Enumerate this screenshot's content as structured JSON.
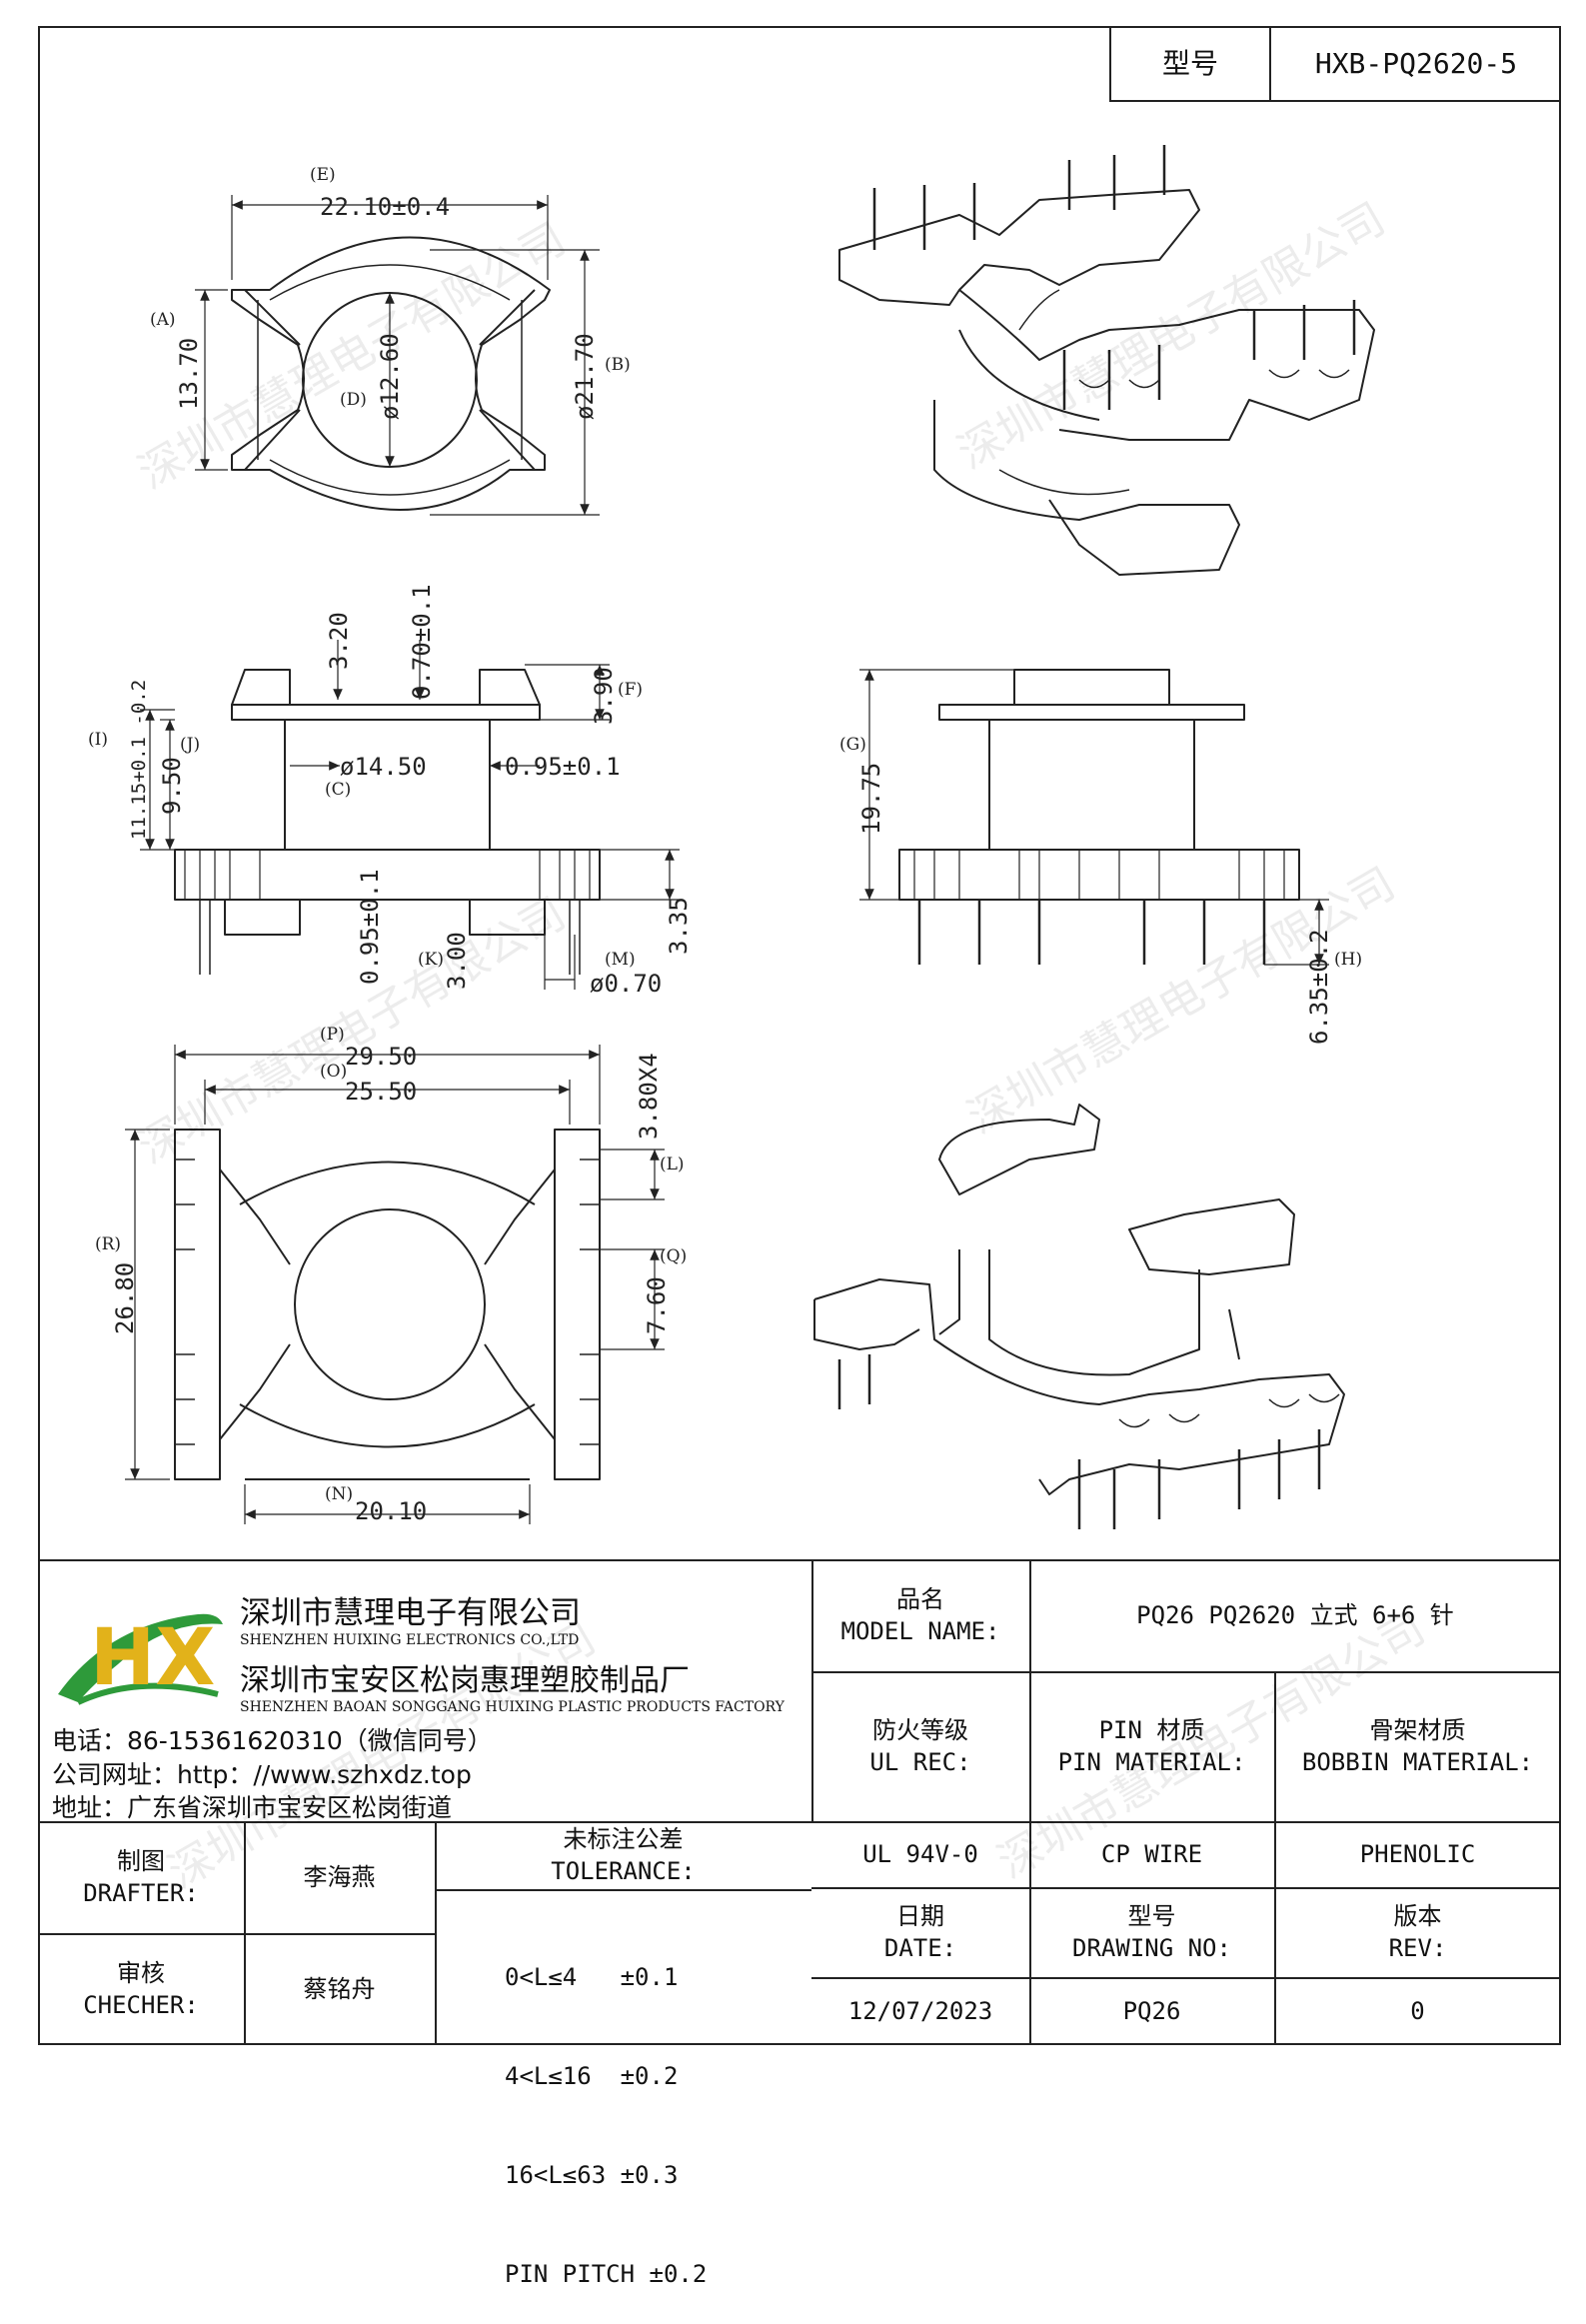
{
  "header": {
    "model_label": "型号",
    "model_value": "HXB-PQ2620-5"
  },
  "watermark": "深圳市慧理电子有限公司",
  "dimensions": {
    "E": {
      "tag": "(E)",
      "text": "22.10±0.4"
    },
    "A": {
      "tag": "(A)",
      "text": "13.70"
    },
    "D": {
      "tag": "(D)",
      "text": "ø12.60"
    },
    "B": {
      "tag": "(B)",
      "text": "ø21.70"
    },
    "dim_320": "3.20",
    "dim_070": "0.70±0.1",
    "F": {
      "tag": "(F)",
      "text": "3.90"
    },
    "I": {
      "tag": "(I)",
      "text": "11.15+0.1 -0.2"
    },
    "J": {
      "tag": "(J)",
      "text": "9.50"
    },
    "C": {
      "tag": "(C)",
      "text": "ø14.50"
    },
    "dim_095a": "0.95±0.1",
    "dim_095b": "0.95±0.1",
    "K": {
      "tag": "(K)",
      "text": "3.00"
    },
    "M": {
      "tag": "(M)",
      "text": "ø0.70"
    },
    "dim_335": "3.35",
    "G": {
      "tag": "(G)",
      "text": "19.75"
    },
    "H": {
      "tag": "(H)",
      "text": "6.35±0.2"
    },
    "P": {
      "tag": "(P)",
      "text": "29.50"
    },
    "O": {
      "tag": "(O)",
      "text": "25.50"
    },
    "L": {
      "tag": "(L)",
      "text": "3.80X4"
    },
    "R": {
      "tag": "(R)",
      "text": "26.80"
    },
    "Q": {
      "tag": "(Q)",
      "text": "7.60"
    },
    "N": {
      "tag": "(N)",
      "text": "20.10"
    }
  },
  "company": {
    "logo_letters": "HX",
    "name_cn": "深圳市慧理电子有限公司",
    "name_en": "SHENZHEN HUIXING ELECTRONICS CO.,LTD",
    "factory_cn": "深圳市宝安区松岗惠理塑胶制品厂",
    "factory_en": "SHENZHEN BAOAN SONGGANG HUIXING PLASTIC PRODUCTS FACTORY",
    "phone": "电话：86-15361620310（微信同号）",
    "website": "公司网址：http：//www.szhxdz.top",
    "address": "地址：广东省深圳市宝安区松岗街道"
  },
  "table": {
    "model_name_cn": "品名",
    "model_name_en": "MODEL NAME:",
    "model_name_value": "PQ26 PQ2620 立式 6+6 针",
    "ul_cn": "防火等级",
    "ul_en": "UL REC:",
    "pin_cn": "PIN 材质",
    "pin_en": "PIN MATERIAL:",
    "bobbin_cn": "骨架材质",
    "bobbin_en": "BOBBIN MATERIAL:",
    "ul_value": "UL 94V-0",
    "pin_value": "CP WIRE",
    "bobbin_value": "PHENOLIC",
    "drafter_cn": "制图",
    "drafter_en": "DRAFTER:",
    "drafter_name": "李海燕",
    "checker_cn": "审核",
    "checker_en": "CHECHER:",
    "checker_name": "蔡铭舟",
    "tol_cn": "未标注公差",
    "tol_en": "TOLERANCE:",
    "tol_lines": [
      "0<L≤4   ±0.1",
      "4<L≤16  ±0.2",
      "16<L≤63 ±0.3",
      "PIN PITCH ±0.2"
    ],
    "date_cn": "日期",
    "date_en": "DATE:",
    "date_value": "12/07/2023",
    "drawing_cn": "型号",
    "drawing_en": "DRAWING NO:",
    "drawing_value": "PQ26",
    "rev_cn": "版本",
    "rev_en": "REV:",
    "rev_value": "0"
  }
}
